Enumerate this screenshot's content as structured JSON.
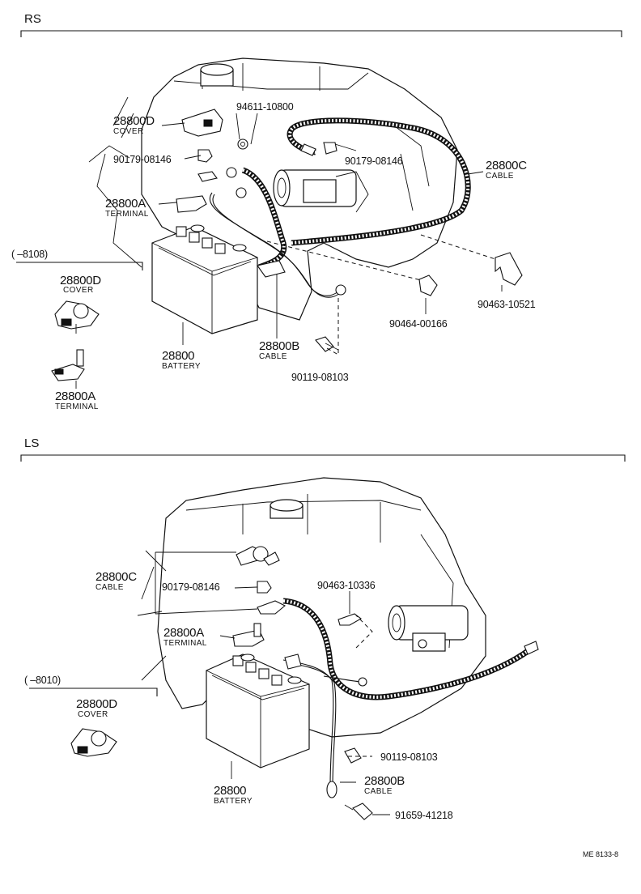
{
  "sections": {
    "rs": {
      "code": "RS",
      "range": "(      –8108)",
      "labels": {
        "cover_top_num": "28800D",
        "cover_top_name": "COVER",
        "nut_left": "90179-08146",
        "terminal_num": "28800A",
        "terminal_name": "TERMINAL",
        "clamp_top": "94611-10800",
        "nut_right": "90179-08146",
        "cable_c_num": "28800C",
        "cable_c_name": "CABLE",
        "cover_alt_num": "28800D",
        "cover_alt_name": "COVER",
        "terminal_alt_num": "28800A",
        "terminal_alt_name": "TERMINAL",
        "battery_num": "28800",
        "battery_name": "BATTERY",
        "cable_b_num": "28800B",
        "cable_b_name": "CABLE",
        "bolt": "90119-08103",
        "clip_a": "90464-00166",
        "clip_b": "90463-10521"
      }
    },
    "ls": {
      "code": "LS",
      "range": "(      –8010)",
      "labels": {
        "cable_c_num": "28800C",
        "cable_c_name": "CABLE",
        "nut": "90179-08146",
        "clamp": "90463-10336",
        "terminal_num": "28800A",
        "terminal_name": "TERMINAL",
        "cover_alt_num": "28800D",
        "cover_alt_name": "COVER",
        "battery_num": "28800",
        "battery_name": "BATTERY",
        "bolt": "90119-08103",
        "cable_b_num": "28800B",
        "cable_b_name": "CABLE",
        "bolt2": "91659-41218"
      }
    }
  },
  "footer_code": "ME 8133-8"
}
